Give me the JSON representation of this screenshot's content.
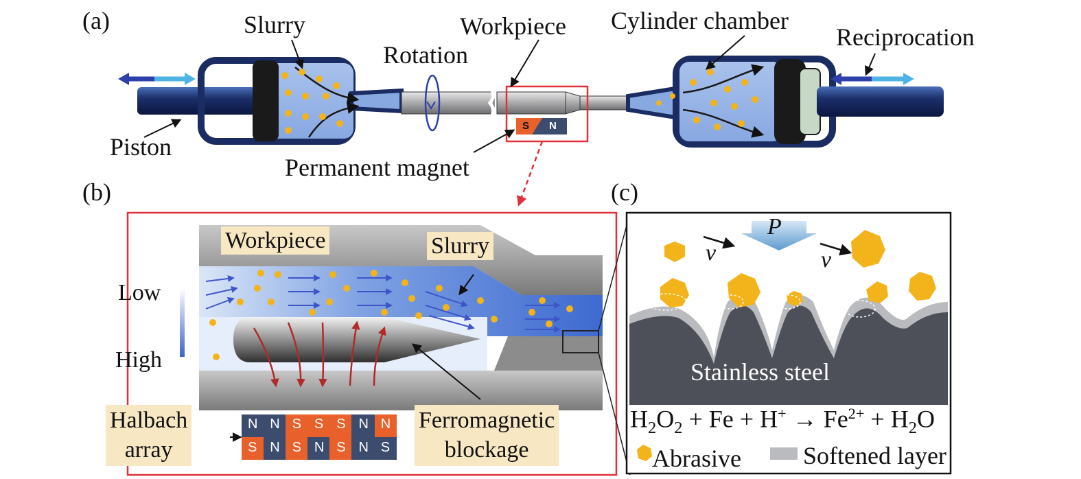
{
  "panel_a": {
    "label": "(a)",
    "slurry": "Slurry",
    "workpiece": "Workpiece",
    "rotation": "Rotation",
    "cylinder_chamber": "Cylinder chamber",
    "reciprocation": "Reciprocation",
    "piston": "Piston",
    "permanent_magnet": "Permanent magnet",
    "magnet_s": "S",
    "magnet_n": "N"
  },
  "panel_b": {
    "label": "(b)",
    "workpiece": "Workpiece",
    "slurry": "Slurry",
    "low": "Low",
    "high": "High",
    "halbach_line1": "Halbach",
    "halbach_line2": "array",
    "ferro_line1": "Ferromagnetic",
    "ferro_line2": "blockage",
    "halbach_top": [
      "N",
      "N",
      "S",
      "S",
      "S",
      "N",
      "N"
    ],
    "halbach_bottom": [
      "S",
      "N",
      "S",
      "N",
      "S",
      "N",
      "S"
    ]
  },
  "panel_c": {
    "label": "(c)",
    "pressure": "P",
    "velocity_left": "v",
    "velocity_right": "v",
    "stainless_steel": "Stainless steel",
    "abrasive": "Abrasive",
    "softened_layer": "Softened layer",
    "equation": {
      "h2o2": "H",
      "h2o2_sub1": "2",
      "o": "O",
      "h2o2_sub2": "2",
      "plus_fe": " + Fe + H",
      "hplus": "+",
      "arrow": " → Fe",
      "fe_charge": "2+",
      "plus_h2o": " + H",
      "h2o_sub": "2",
      "o2": "O"
    }
  },
  "colors": {
    "frame_red": "#e0303a",
    "slurry_blue": "#5b86d6",
    "abrasive_yellow": "#f2b41a",
    "magnet_orange": "#e8602a",
    "magnet_navy": "#3c4c6e",
    "steel_dark": "#4d5058",
    "softened_gray": "#b9bbbe",
    "field_red": "#b02a2a"
  }
}
